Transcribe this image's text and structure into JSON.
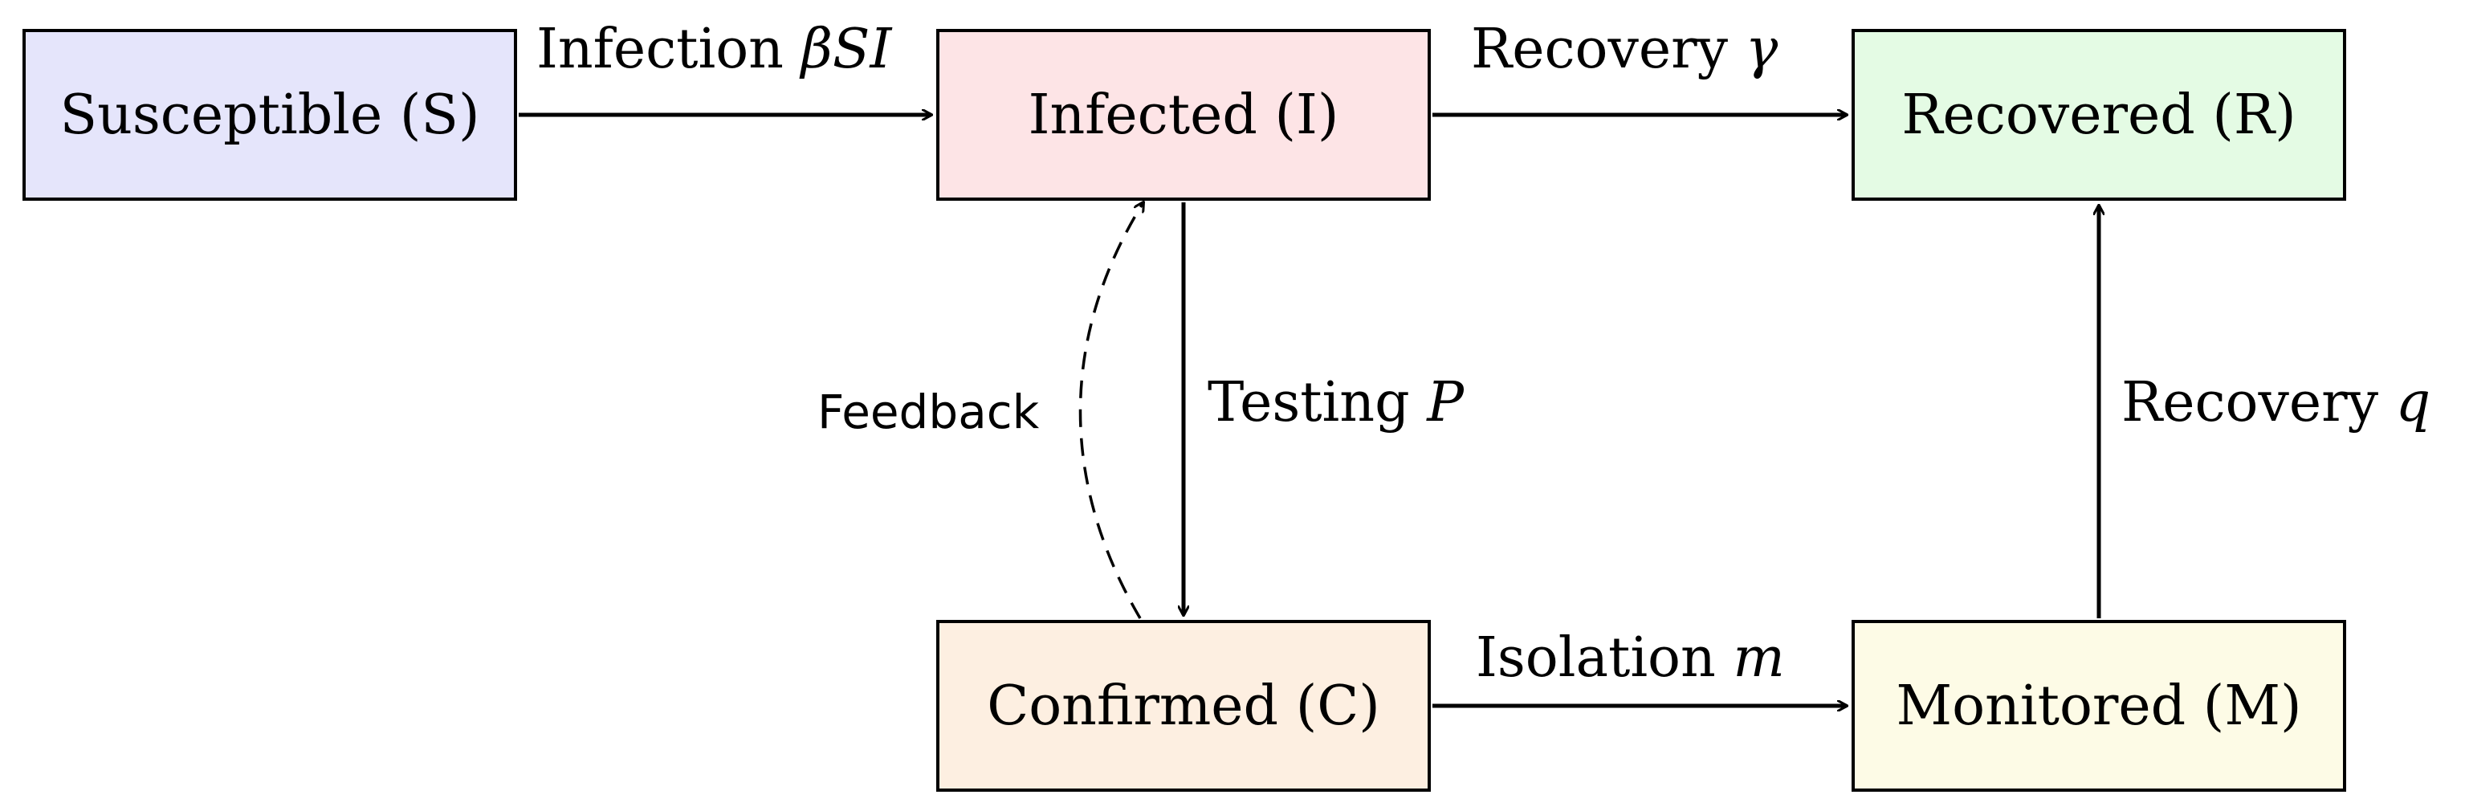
{
  "nodes": {
    "susceptible": {
      "label": "Susceptible (S)",
      "fill": "#e5e5fb"
    },
    "infected": {
      "label": "Infected (I)",
      "fill": "#fde4e6"
    },
    "recovered": {
      "label": "Recovered (R)",
      "fill": "#e4fbe4"
    },
    "confirmed": {
      "label": "Confirmed (C)",
      "fill": "#fdefe1"
    },
    "monitored": {
      "label": "Monitored (M)",
      "fill": "#fdfbe6"
    }
  },
  "edges": {
    "infection": {
      "text": "Infection ",
      "symbol": "βSI"
    },
    "recovery_gamma": {
      "text": "Recovery ",
      "symbol": "γ"
    },
    "testing": {
      "text": "Testing ",
      "symbol": "P"
    },
    "recovery_q": {
      "text": "Recovery ",
      "symbol": "q"
    },
    "isolation": {
      "text": "Isolation ",
      "symbol": "m"
    },
    "feedback": {
      "text": "Feedback"
    }
  },
  "colors": {
    "stroke": "#000000"
  }
}
